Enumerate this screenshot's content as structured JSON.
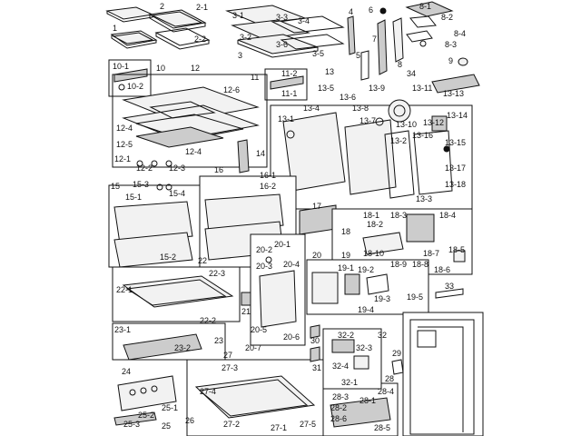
{
  "diagram": {
    "type": "exploded-parts-diagram",
    "callouts": [
      {
        "id": "c1",
        "text": "1"
      },
      {
        "id": "c2",
        "text": "2"
      },
      {
        "id": "c2_1",
        "text": "2-1"
      },
      {
        "id": "c2_2",
        "text": "2-2"
      },
      {
        "id": "c3",
        "text": "3"
      },
      {
        "id": "c3_1",
        "text": "3-1"
      },
      {
        "id": "c3_2",
        "text": "3-2"
      },
      {
        "id": "c3_3",
        "text": "3-3"
      },
      {
        "id": "c3_4",
        "text": "3-4"
      },
      {
        "id": "c3_5",
        "text": "3-5"
      },
      {
        "id": "c3_6",
        "text": "3-6"
      },
      {
        "id": "c4",
        "text": "4"
      },
      {
        "id": "c5",
        "text": "5"
      },
      {
        "id": "c6",
        "text": "6"
      },
      {
        "id": "c7",
        "text": "7"
      },
      {
        "id": "c8",
        "text": "8"
      },
      {
        "id": "c8_1",
        "text": "8-1"
      },
      {
        "id": "c8_2",
        "text": "8-2"
      },
      {
        "id": "c8_3",
        "text": "8-3"
      },
      {
        "id": "c8_4",
        "text": "8-4"
      },
      {
        "id": "c9",
        "text": "9"
      },
      {
        "id": "c10",
        "text": "10"
      },
      {
        "id": "c10_1",
        "text": "10-1"
      },
      {
        "id": "c10_2",
        "text": "10-2"
      },
      {
        "id": "c11",
        "text": "11"
      },
      {
        "id": "c11_1",
        "text": "11-1"
      },
      {
        "id": "c11_2",
        "text": "11-2"
      },
      {
        "id": "c12",
        "text": "12"
      },
      {
        "id": "c12_1",
        "text": "12-1"
      },
      {
        "id": "c12_2",
        "text": "12-2"
      },
      {
        "id": "c12_3",
        "text": "12-3"
      },
      {
        "id": "c12_4a",
        "text": "12-4"
      },
      {
        "id": "c12_4b",
        "text": "12-4"
      },
      {
        "id": "c12_5",
        "text": "12-5"
      },
      {
        "id": "c12_6",
        "text": "12-6"
      },
      {
        "id": "c13",
        "text": "13"
      },
      {
        "id": "c13_1",
        "text": "13-1"
      },
      {
        "id": "c13_2",
        "text": "13-2"
      },
      {
        "id": "c13_3",
        "text": "13-3"
      },
      {
        "id": "c13_4",
        "text": "13-4"
      },
      {
        "id": "c13_5",
        "text": "13-5"
      },
      {
        "id": "c13_6",
        "text": "13-6"
      },
      {
        "id": "c13_7",
        "text": "13-7"
      },
      {
        "id": "c13_8",
        "text": "13-8"
      },
      {
        "id": "c13_9",
        "text": "13-9"
      },
      {
        "id": "c13_10",
        "text": "13-10"
      },
      {
        "id": "c13_11",
        "text": "13-11"
      },
      {
        "id": "c13_12",
        "text": "13-12"
      },
      {
        "id": "c13_13",
        "text": "13-13"
      },
      {
        "id": "c13_14",
        "text": "13-14"
      },
      {
        "id": "c13_15",
        "text": "13-15"
      },
      {
        "id": "c13_16",
        "text": "13-16"
      },
      {
        "id": "c13_17",
        "text": "13-17"
      },
      {
        "id": "c13_18",
        "text": "13-18"
      },
      {
        "id": "c14",
        "text": "14"
      },
      {
        "id": "c15",
        "text": "15"
      },
      {
        "id": "c15_1",
        "text": "15-1"
      },
      {
        "id": "c15_2",
        "text": "15-2"
      },
      {
        "id": "c15_3",
        "text": "15-3"
      },
      {
        "id": "c15_4",
        "text": "15-4"
      },
      {
        "id": "c16",
        "text": "16"
      },
      {
        "id": "c16_1",
        "text": "16-1"
      },
      {
        "id": "c16_2",
        "text": "16-2"
      },
      {
        "id": "c17",
        "text": "17"
      },
      {
        "id": "c18",
        "text": "18"
      },
      {
        "id": "c18_1",
        "text": "18-1"
      },
      {
        "id": "c18_2",
        "text": "18-2"
      },
      {
        "id": "c18_3",
        "text": "18-3"
      },
      {
        "id": "c18_4",
        "text": "18-4"
      },
      {
        "id": "c18_5",
        "text": "18-5"
      },
      {
        "id": "c18_6",
        "text": "18-6"
      },
      {
        "id": "c18_7",
        "text": "18-7"
      },
      {
        "id": "c18_8",
        "text": "18-8"
      },
      {
        "id": "c18_9",
        "text": "18-9"
      },
      {
        "id": "c18_10",
        "text": "18-10"
      },
      {
        "id": "c19",
        "text": "19"
      },
      {
        "id": "c19_1",
        "text": "19-1"
      },
      {
        "id": "c19_2",
        "text": "19-2"
      },
      {
        "id": "c19_3",
        "text": "19-3"
      },
      {
        "id": "c19_4",
        "text": "19-4"
      },
      {
        "id": "c19_5",
        "text": "19-5"
      },
      {
        "id": "c20",
        "text": "20"
      },
      {
        "id": "c20_1",
        "text": "20-1"
      },
      {
        "id": "c20_2",
        "text": "20-2"
      },
      {
        "id": "c20_3",
        "text": "20-3"
      },
      {
        "id": "c20_4",
        "text": "20-4"
      },
      {
        "id": "c20_5",
        "text": "20-5"
      },
      {
        "id": "c20_6",
        "text": "20-6"
      },
      {
        "id": "c20_7",
        "text": "20-7"
      },
      {
        "id": "c21",
        "text": "21"
      },
      {
        "id": "c22",
        "text": "22"
      },
      {
        "id": "c22_1",
        "text": "22-1"
      },
      {
        "id": "c22_2",
        "text": "22-2"
      },
      {
        "id": "c22_3",
        "text": "22-3"
      },
      {
        "id": "c23",
        "text": "23"
      },
      {
        "id": "c23_1",
        "text": "23-1"
      },
      {
        "id": "c23_2",
        "text": "23-2"
      },
      {
        "id": "c24",
        "text": "24"
      },
      {
        "id": "c25",
        "text": "25"
      },
      {
        "id": "c25_1",
        "text": "25-1"
      },
      {
        "id": "c25_2",
        "text": "25-2"
      },
      {
        "id": "c25_3",
        "text": "25-3"
      },
      {
        "id": "c26",
        "text": "26"
      },
      {
        "id": "c27",
        "text": "27"
      },
      {
        "id": "c27_1",
        "text": "27-1"
      },
      {
        "id": "c27_2",
        "text": "27-2"
      },
      {
        "id": "c27_3",
        "text": "27-3"
      },
      {
        "id": "c27_4",
        "text": "27-4"
      },
      {
        "id": "c27_5",
        "text": "27-5"
      },
      {
        "id": "c28",
        "text": "28"
      },
      {
        "id": "c28_1",
        "text": "28-1"
      },
      {
        "id": "c28_2",
        "text": "28-2"
      },
      {
        "id": "c28_3",
        "text": "28-3"
      },
      {
        "id": "c28_4",
        "text": "28-4"
      },
      {
        "id": "c28_5",
        "text": "28-5"
      },
      {
        "id": "c28_6",
        "text": "28-6"
      },
      {
        "id": "c29",
        "text": "29"
      },
      {
        "id": "c30",
        "text": "30"
      },
      {
        "id": "c31",
        "text": "31"
      },
      {
        "id": "c32",
        "text": "32"
      },
      {
        "id": "c32_1",
        "text": "32-1"
      },
      {
        "id": "c32_2",
        "text": "32-2"
      },
      {
        "id": "c32_3",
        "text": "32-3"
      },
      {
        "id": "c32_4",
        "text": "32-4"
      },
      {
        "id": "c33",
        "text": "33"
      },
      {
        "id": "c34",
        "text": "34"
      }
    ]
  },
  "colors": {
    "line": "#111111",
    "background": "#ffffff",
    "fill": "#f2f2f2",
    "shade": "#cccccc"
  }
}
